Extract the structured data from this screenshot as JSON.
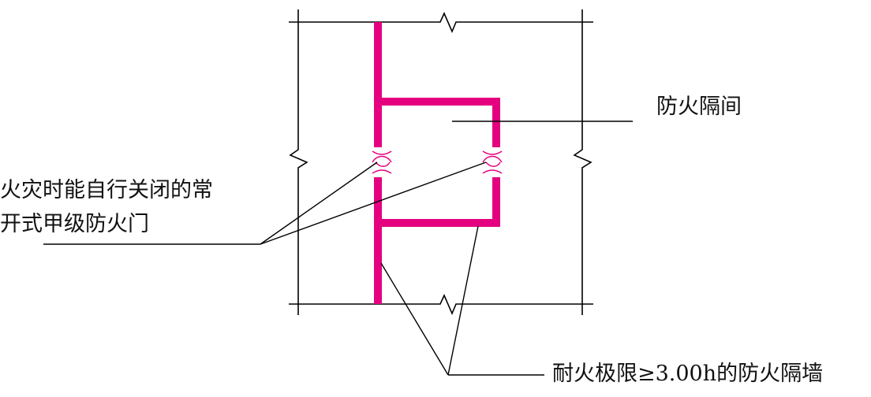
{
  "labels": {
    "compartment": "防火隔间",
    "door_line1": "火灾时能自行关闭的常",
    "door_line2": "开式甲级防火门",
    "wall": "耐火极限≥3.00h的防火隔墙"
  },
  "colors": {
    "wall": "#e4007f",
    "line": "#000000"
  }
}
